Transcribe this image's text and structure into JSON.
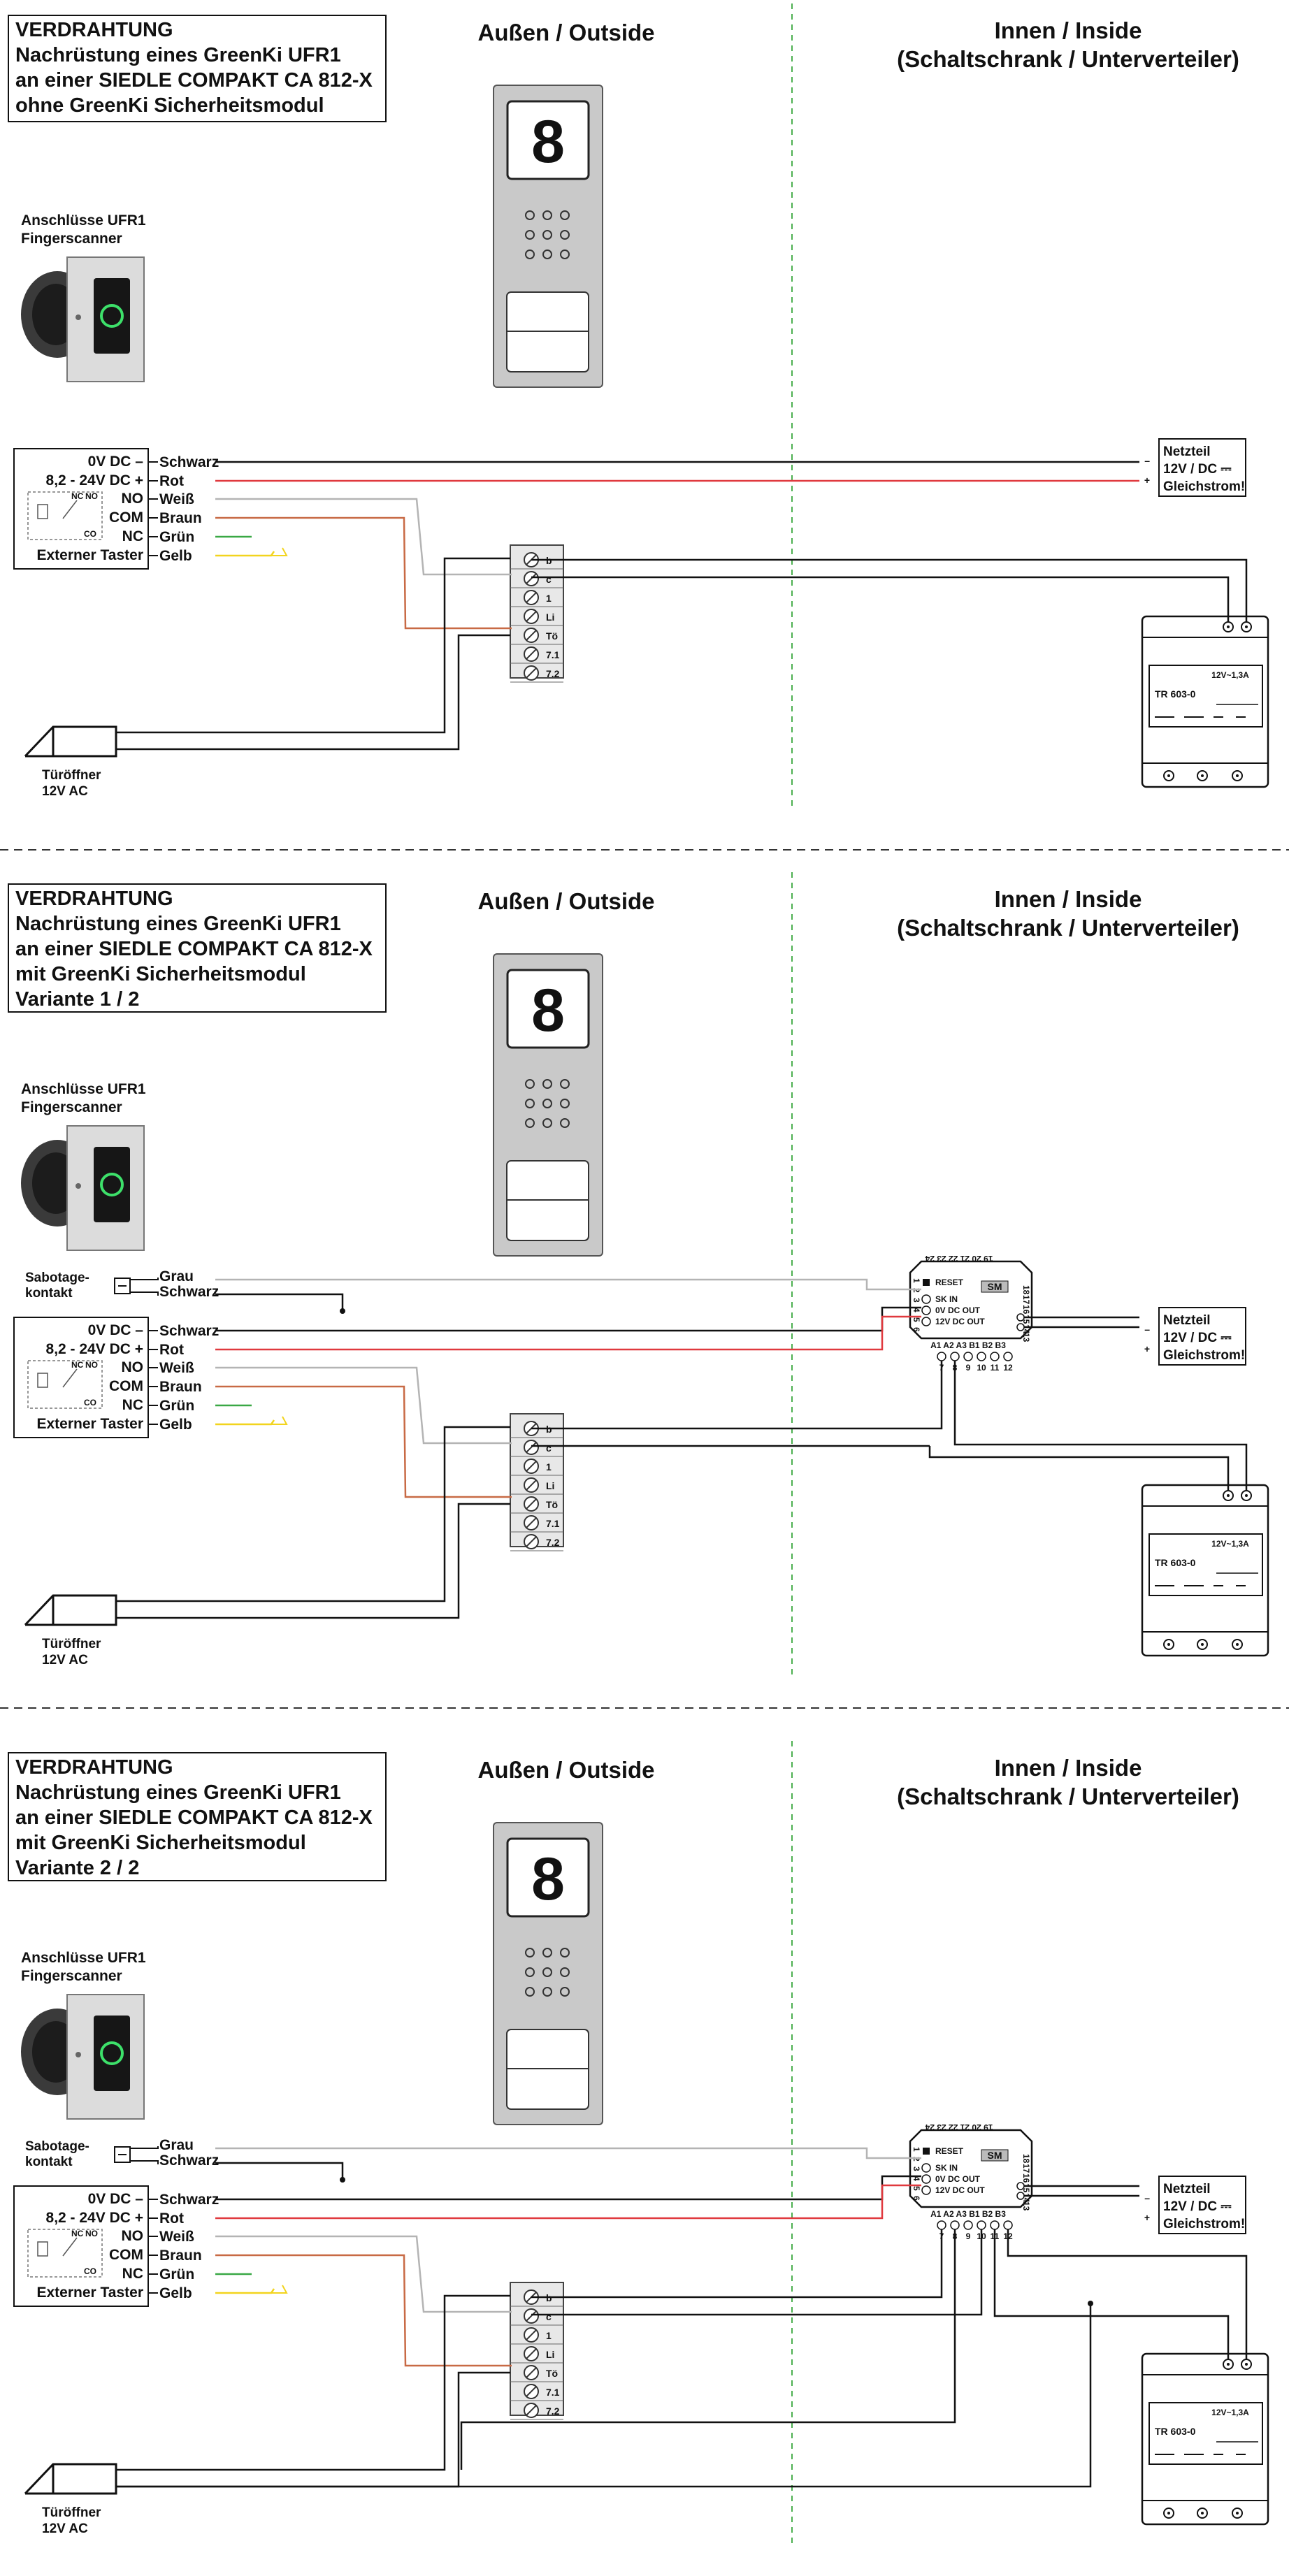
{
  "palette": {
    "black": "#111111",
    "red": "#e0393e",
    "grey_wire": "#b4b4b4",
    "brown": "#c86a45",
    "green": "#3aa845",
    "yellow": "#f2d41e",
    "divider": "#4caf50",
    "panel": "#c9c9c9"
  },
  "sections": [
    {
      "title": [
        "VERDRAHTUNG",
        "Nachrüstung eines GreenKi UFR1",
        "an einer SIEDLE COMPAKT CA 812-X",
        "ohne GreenKi Sicherheitsmodul"
      ],
      "outside": "Außen / Outside",
      "inside": [
        "Innen / Inside",
        "(Schaltschrank / Unterverteiler)"
      ],
      "scanner_caption": [
        "Anschlüsse UFR1",
        "Fingerscanner"
      ],
      "panel_number": "8",
      "has_module": false
    },
    {
      "title": [
        "VERDRAHTUNG",
        "Nachrüstung eines GreenKi UFR1",
        "an einer SIEDLE COMPAKT CA 812-X",
        " mit GreenKi Sicherheitsmodul",
        " Variante 1 / 2"
      ],
      "outside": "Außen / Outside",
      "inside": [
        "Innen / Inside",
        "(Schaltschrank / Unterverteiler)"
      ],
      "scanner_caption": [
        "Anschlüsse UFR1",
        "Fingerscanner"
      ],
      "panel_number": "8",
      "has_module": true,
      "tamper_label": [
        "Sabotage-",
        "kontakt"
      ],
      "tamper_wires": [
        "Grau",
        "Schwarz"
      ]
    },
    {
      "title": [
        "VERDRAHTUNG",
        "Nachrüstung eines GreenKi UFR1",
        "an einer SIEDLE COMPAKT CA 812-X",
        " mit GreenKi Sicherheitsmodul",
        " Variante 2 / 2"
      ],
      "outside": "Außen / Outside",
      "inside": [
        "Innen / Inside",
        "(Schaltschrank / Unterverteiler)"
      ],
      "scanner_caption": [
        "Anschlüsse UFR1",
        "Fingerscanner"
      ],
      "panel_number": "8",
      "has_module": true,
      "tamper_label": [
        "Sabotage-",
        "kontakt"
      ],
      "tamper_wires": [
        "Grau",
        "Schwarz"
      ]
    }
  ],
  "ufr1_terminals": [
    {
      "label": "0V DC –",
      "wire": "Schwarz",
      "color": "black"
    },
    {
      "label": "8,2 - 24V DC +",
      "wire": "Rot",
      "color": "red"
    },
    {
      "label": "NO",
      "wire": "Weiß",
      "color": "grey_wire"
    },
    {
      "label": "COM",
      "wire": "Braun",
      "color": "brown"
    },
    {
      "label": "NC",
      "wire": "Grün",
      "color": "green"
    },
    {
      "label": "Externer Taster",
      "wire": "Gelb",
      "color": "yellow"
    }
  ],
  "relay_contacts": [
    "NC",
    "NO",
    "CO"
  ],
  "panel_terminals": [
    "b",
    "c",
    "1",
    "Li",
    "Tö",
    "7.1",
    "7.2"
  ],
  "power_supply": {
    "lines": [
      "Netzteil",
      "12V / DC ⎓",
      "Gleichstrom!"
    ],
    "minus": "–",
    "plus": "+"
  },
  "transformer": {
    "model": "TR 603-0",
    "rating": "12V~1,3A"
  },
  "door_opener": [
    "Türöffner",
    "12V AC"
  ],
  "module": {
    "badge": "SM",
    "top_pins": "19 20 21 22 23 24",
    "left_pins": [
      "1",
      "2",
      "3",
      "4",
      "5",
      "6"
    ],
    "left_labels": [
      "RESET",
      "SK IN",
      "0V DC OUT",
      "12V DC OUT"
    ],
    "right_pins": [
      "18",
      "17",
      "16",
      "15",
      "14",
      "13"
    ],
    "bottom_labels": "A1 A2 A3 B1 B2 B3",
    "bottom_pins": [
      "7",
      "8",
      "9",
      "10",
      "11",
      "12"
    ]
  }
}
